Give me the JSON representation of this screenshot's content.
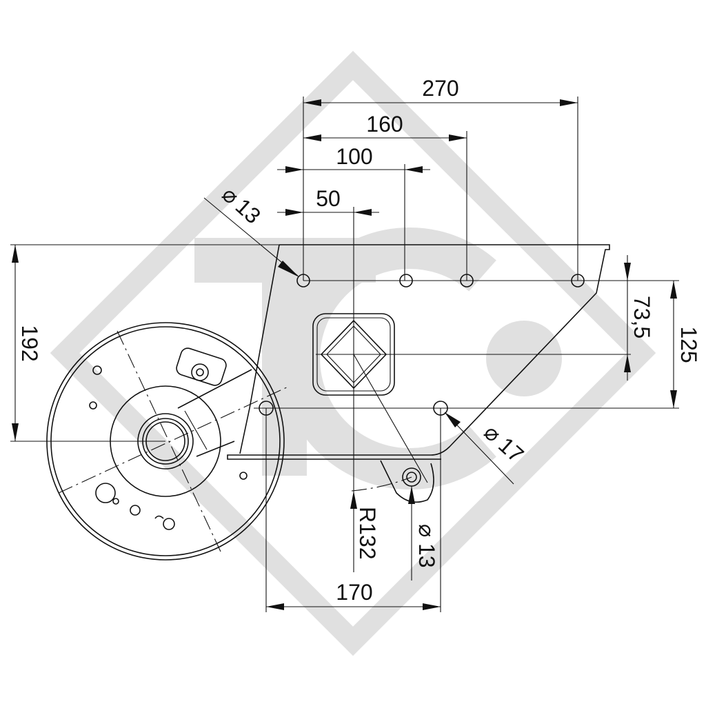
{
  "drawing": {
    "type": "technical dimension drawing",
    "subject": "torsion axle unit with brake drum and square mounting bracket",
    "watermark": "TC",
    "colors": {
      "line": "#111111",
      "watermark": "#e0e0e0",
      "background": "#ffffff"
    }
  },
  "dimensions": {
    "top": [
      {
        "id": "d270",
        "label": "270"
      },
      {
        "id": "d160",
        "label": "160"
      },
      {
        "id": "d100",
        "label": "100"
      },
      {
        "id": "d50",
        "label": "50"
      }
    ],
    "hole_top_dia": {
      "symbol": "⌀",
      "value": "13"
    },
    "left_height": "192",
    "right_inner": "73,5",
    "right_outer": "125",
    "hole_bottom_dia": {
      "symbol": "⌀",
      "value": "17"
    },
    "radius": "R132",
    "lever_hole_dia": {
      "symbol": "⌀",
      "value": "13"
    },
    "bottom_width": "170"
  }
}
